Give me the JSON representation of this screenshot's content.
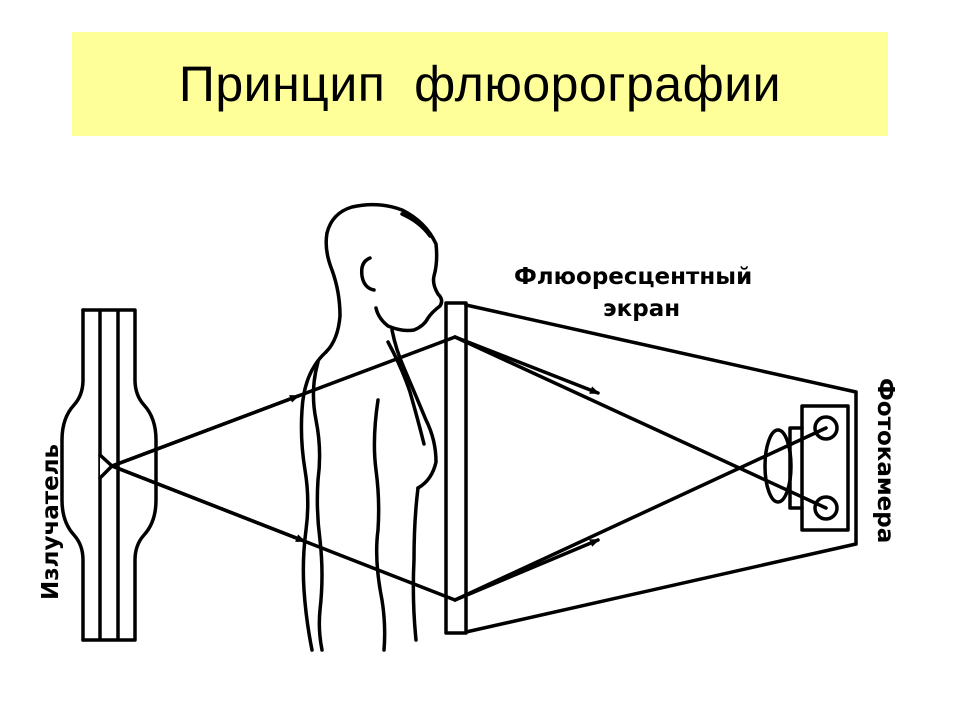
{
  "title": "Принцип  флюорографии",
  "labels": {
    "emitter": "Излучатель",
    "screen_line1": "Флюоресцентный",
    "screen_line2": "экран",
    "camera": "Фотокамера"
  },
  "colors": {
    "title_background": "#ffff99",
    "ink": "#000000"
  }
}
